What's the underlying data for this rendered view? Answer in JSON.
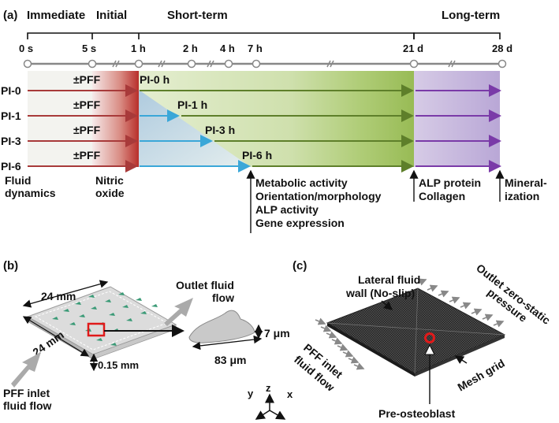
{
  "panel_a": {
    "label": "(a)",
    "phases": [
      "Immediate",
      "Initial",
      "Short-term",
      "Long-term"
    ],
    "time_ticks": [
      "0 s",
      "5 s",
      "1 h",
      "2 h",
      "4 h",
      "7 h",
      "21 d",
      "28 d"
    ],
    "rows": [
      "PI-0",
      "PI-1",
      "PI-3",
      "PI-6"
    ],
    "pff_label": "±PFF",
    "pi_labels": [
      "PI-0 h",
      "PI-1 h",
      "PI-3 h",
      "PI-6 h"
    ],
    "bottom_left": [
      "Fluid",
      "dynamics"
    ],
    "bottom_nitric": [
      "Nitric",
      "oxide"
    ],
    "short_term_outcomes": [
      "Metabolic activity",
      "Orientation/morphology",
      "ALP activity",
      "Gene expression"
    ],
    "long_term_21d": [
      "ALP protein",
      "Collagen"
    ],
    "long_term_28d": [
      "Mineral-",
      "ization"
    ],
    "colors": {
      "arrow_red": "#a83a3a",
      "arrow_blue": "#3aa7d8",
      "arrow_green": "#5e7f2a",
      "arrow_purple": "#7a3aa8",
      "green_band": "#9cbf55",
      "purple_band": "#b7a6d2",
      "red_band": "#c0392b"
    }
  },
  "panel_b": {
    "label": "(b)",
    "dim_width": "24 mm",
    "dim_length": "24 mm",
    "dim_thickness": "0.15 mm",
    "outlet": [
      "Outlet fluid",
      "flow"
    ],
    "inlet": [
      "PFF inlet",
      "fluid flow"
    ],
    "cell_height": "7 μm",
    "cell_length": "83 μm",
    "axes": [
      "y",
      "z",
      "x"
    ]
  },
  "panel_c": {
    "label": "(c)",
    "lateral": [
      "Lateral fluid",
      "wall (No-slip)"
    ],
    "outlet": [
      "Outlet zero-static",
      "pressure"
    ],
    "inlet": [
      "PFF inlet",
      "fluid flow"
    ],
    "mesh": "Mesh grid",
    "cell": "Pre-osteoblast"
  }
}
